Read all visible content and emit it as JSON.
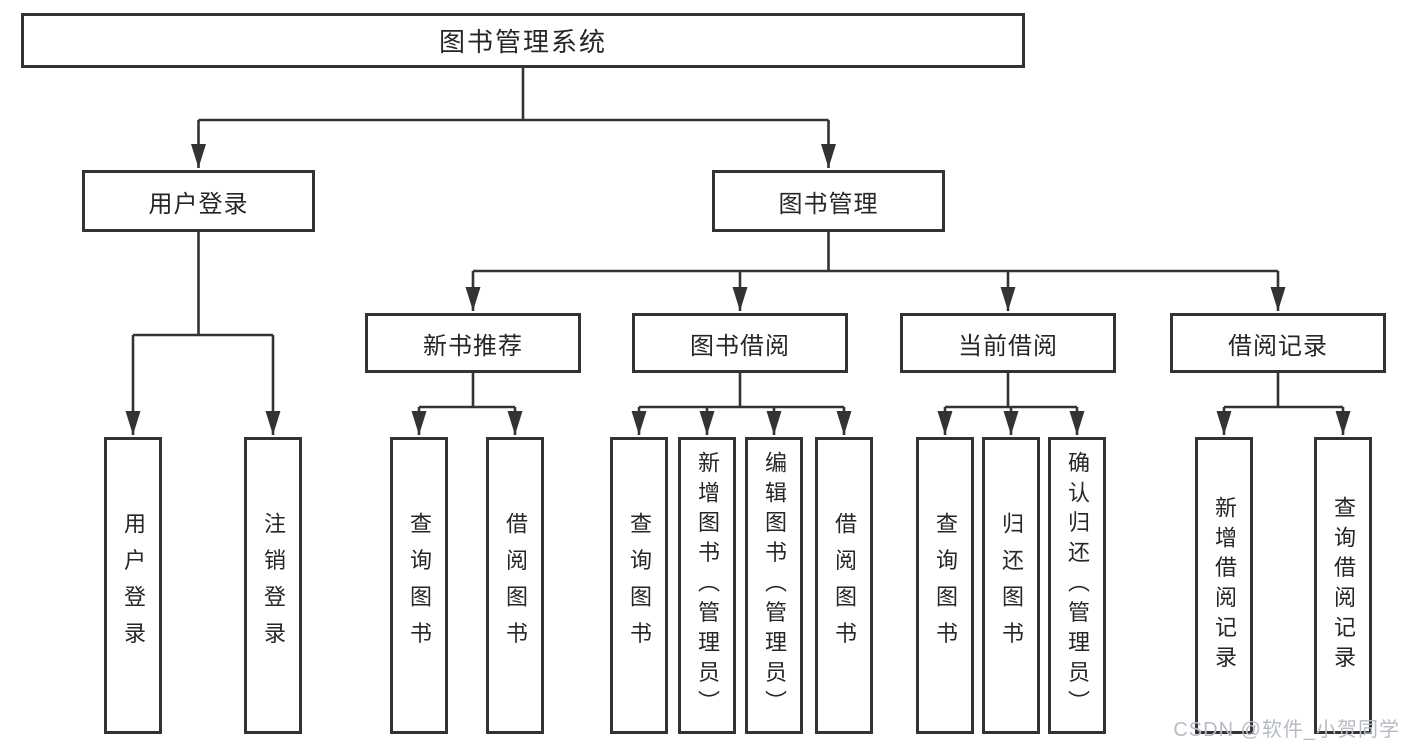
{
  "diagram": {
    "root": {
      "label": "图书管理系统"
    },
    "branches": [
      {
        "label": "用户登录",
        "children": [
          {
            "label": "用户登录"
          },
          {
            "label": "注销登录"
          }
        ]
      },
      {
        "label": "图书管理",
        "children": [
          {
            "label": "新书推荐",
            "children": [
              {
                "label": "查询图书"
              },
              {
                "label": "借阅图书"
              }
            ]
          },
          {
            "label": "图书借阅",
            "children": [
              {
                "label": "查询图书"
              },
              {
                "label": "新增图书（管理员）"
              },
              {
                "label": "编辑图书（管理员）"
              },
              {
                "label": "借阅图书"
              }
            ]
          },
          {
            "label": "当前借阅",
            "children": [
              {
                "label": "查询图书"
              },
              {
                "label": "归还图书"
              },
              {
                "label": "确认归还（管理员）"
              }
            ]
          },
          {
            "label": "借阅记录",
            "children": [
              {
                "label": "新增借阅记录"
              },
              {
                "label": "查询借阅记录"
              }
            ]
          }
        ]
      }
    ]
  },
  "watermark": {
    "text": "CSDN @软件_小贺同学"
  },
  "colors": {
    "line": "#333333",
    "node_border": "#333333",
    "text": "#262626",
    "watermark": "#b7bbc4",
    "background": "#ffffff"
  }
}
